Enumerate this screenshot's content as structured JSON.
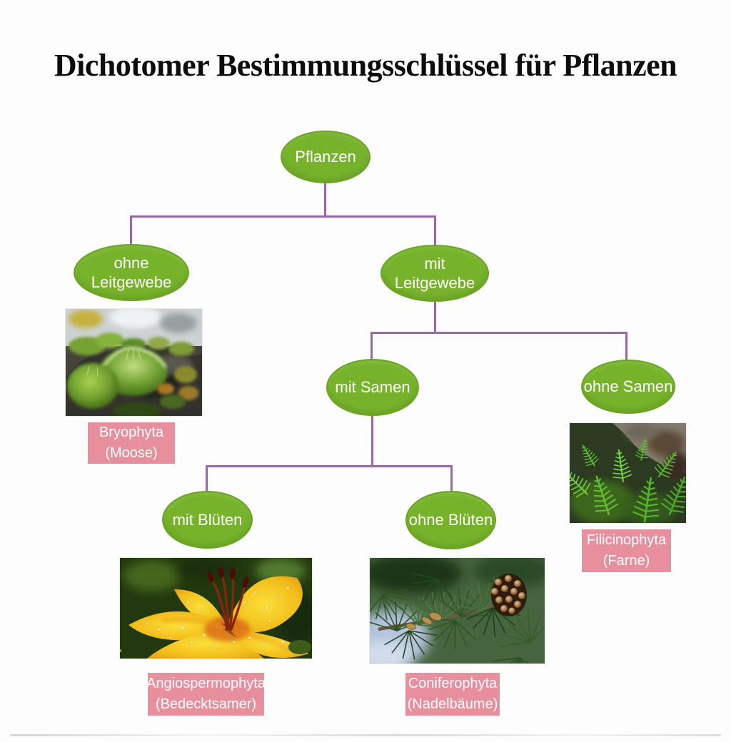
{
  "title": "Dichotomer Bestimmungsschlüssel für Pflanzen",
  "tree": {
    "root": {
      "label": "Pflanzen"
    },
    "level1": {
      "left": {
        "line1": "ohne",
        "line2": "Leitgewebe"
      },
      "right": {
        "line1": "mit",
        "line2": "Leitgewebe"
      }
    },
    "level2": {
      "left": {
        "label": "mit Samen"
      },
      "right": {
        "label": "ohne Samen"
      }
    },
    "level3": {
      "left": {
        "label": "mit Blüten"
      },
      "right": {
        "label": "ohne Blüten"
      }
    }
  },
  "results": {
    "bryophyta": {
      "line1": "Bryophyta",
      "line2": "(Moose)",
      "image": "moss-on-rock-photo"
    },
    "filicinophyta": {
      "line1": "Filicinophyta",
      "line2": "(Farne)",
      "image": "fern-fronds-photo"
    },
    "angiospermophyta": {
      "line1": "Angiospermophyta",
      "line2": "(Bedecktsamer)",
      "image": "yellow-lily-flower-photo"
    },
    "coniferophyta": {
      "line1": "Coniferophyta",
      "line2": "(Nadelbäume)",
      "image": "pine-branch-with-cone-photo"
    }
  },
  "colors": {
    "node_fill": "#76b32a",
    "node_border": "#69a51e",
    "node_text": "#ffffff",
    "connector": "#9a68a6",
    "result_bg": "#e88f9e",
    "result_text": "#ffffff",
    "title_color": "#0d0d0d",
    "background": "#fdfdfd"
  }
}
